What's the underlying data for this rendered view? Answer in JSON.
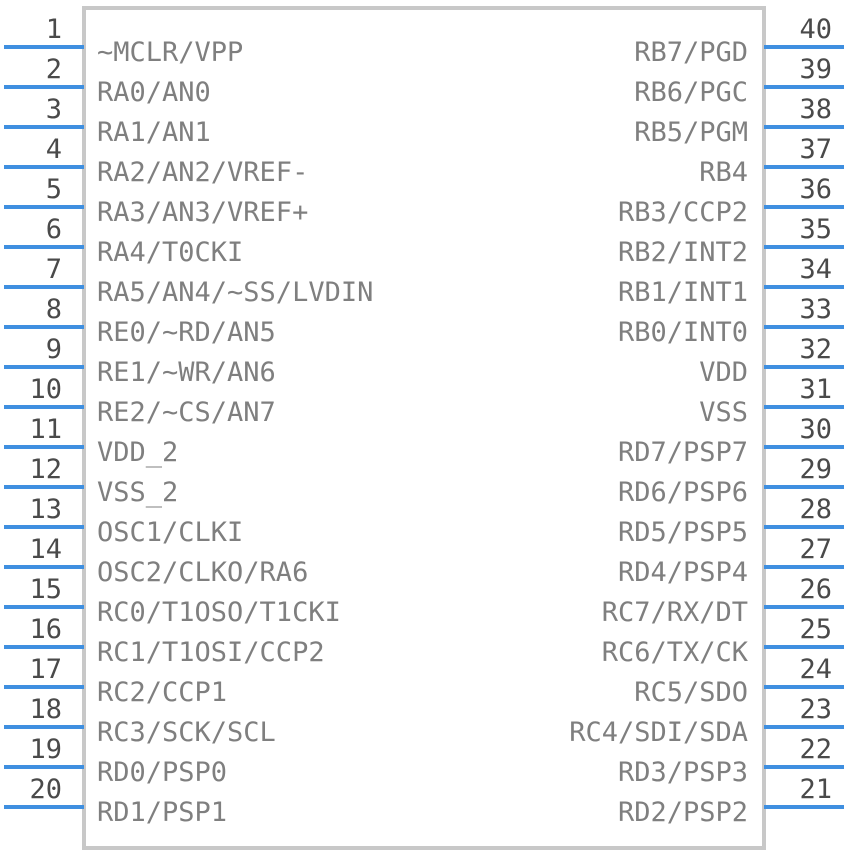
{
  "colors": {
    "pin": "#3f8fe0",
    "body_outline": "#c8c8c8",
    "label_text": "#7f7f7f",
    "pin_number_text": "#4a4a4a"
  },
  "left_pins": [
    {
      "number": "1",
      "label": "~MCLR/VPP"
    },
    {
      "number": "2",
      "label": "RA0/AN0"
    },
    {
      "number": "3",
      "label": "RA1/AN1"
    },
    {
      "number": "4",
      "label": "RA2/AN2/VREF-"
    },
    {
      "number": "5",
      "label": "RA3/AN3/VREF+"
    },
    {
      "number": "6",
      "label": "RA4/T0CKI"
    },
    {
      "number": "7",
      "label": "RA5/AN4/~SS/LVDIN"
    },
    {
      "number": "8",
      "label": "RE0/~RD/AN5"
    },
    {
      "number": "9",
      "label": "RE1/~WR/AN6"
    },
    {
      "number": "10",
      "label": "RE2/~CS/AN7"
    },
    {
      "number": "11",
      "label": "VDD_2"
    },
    {
      "number": "12",
      "label": "VSS_2"
    },
    {
      "number": "13",
      "label": "OSC1/CLKI"
    },
    {
      "number": "14",
      "label": "OSC2/CLKO/RA6"
    },
    {
      "number": "15",
      "label": "RC0/T1OSO/T1CKI"
    },
    {
      "number": "16",
      "label": "RC1/T1OSI/CCP2"
    },
    {
      "number": "17",
      "label": "RC2/CCP1"
    },
    {
      "number": "18",
      "label": "RC3/SCK/SCL"
    },
    {
      "number": "19",
      "label": "RD0/PSP0"
    },
    {
      "number": "20",
      "label": "RD1/PSP1"
    }
  ],
  "right_pins": [
    {
      "number": "40",
      "label": "RB7/PGD"
    },
    {
      "number": "39",
      "label": "RB6/PGC"
    },
    {
      "number": "38",
      "label": "RB5/PGM"
    },
    {
      "number": "37",
      "label": "RB4"
    },
    {
      "number": "36",
      "label": "RB3/CCP2"
    },
    {
      "number": "35",
      "label": "RB2/INT2"
    },
    {
      "number": "34",
      "label": "RB1/INT1"
    },
    {
      "number": "33",
      "label": "RB0/INT0"
    },
    {
      "number": "32",
      "label": "VDD"
    },
    {
      "number": "31",
      "label": "VSS"
    },
    {
      "number": "30",
      "label": "RD7/PSP7"
    },
    {
      "number": "29",
      "label": "RD6/PSP6"
    },
    {
      "number": "28",
      "label": "RD5/PSP5"
    },
    {
      "number": "27",
      "label": "RD4/PSP4"
    },
    {
      "number": "26",
      "label": "RC7/RX/DT"
    },
    {
      "number": "25",
      "label": "RC6/TX/CK"
    },
    {
      "number": "24",
      "label": "RC5/SDO"
    },
    {
      "number": "23",
      "label": "RC4/SDI/SDA"
    },
    {
      "number": "22",
      "label": "RD3/PSP3"
    },
    {
      "number": "21",
      "label": "RD2/PSP2"
    }
  ]
}
